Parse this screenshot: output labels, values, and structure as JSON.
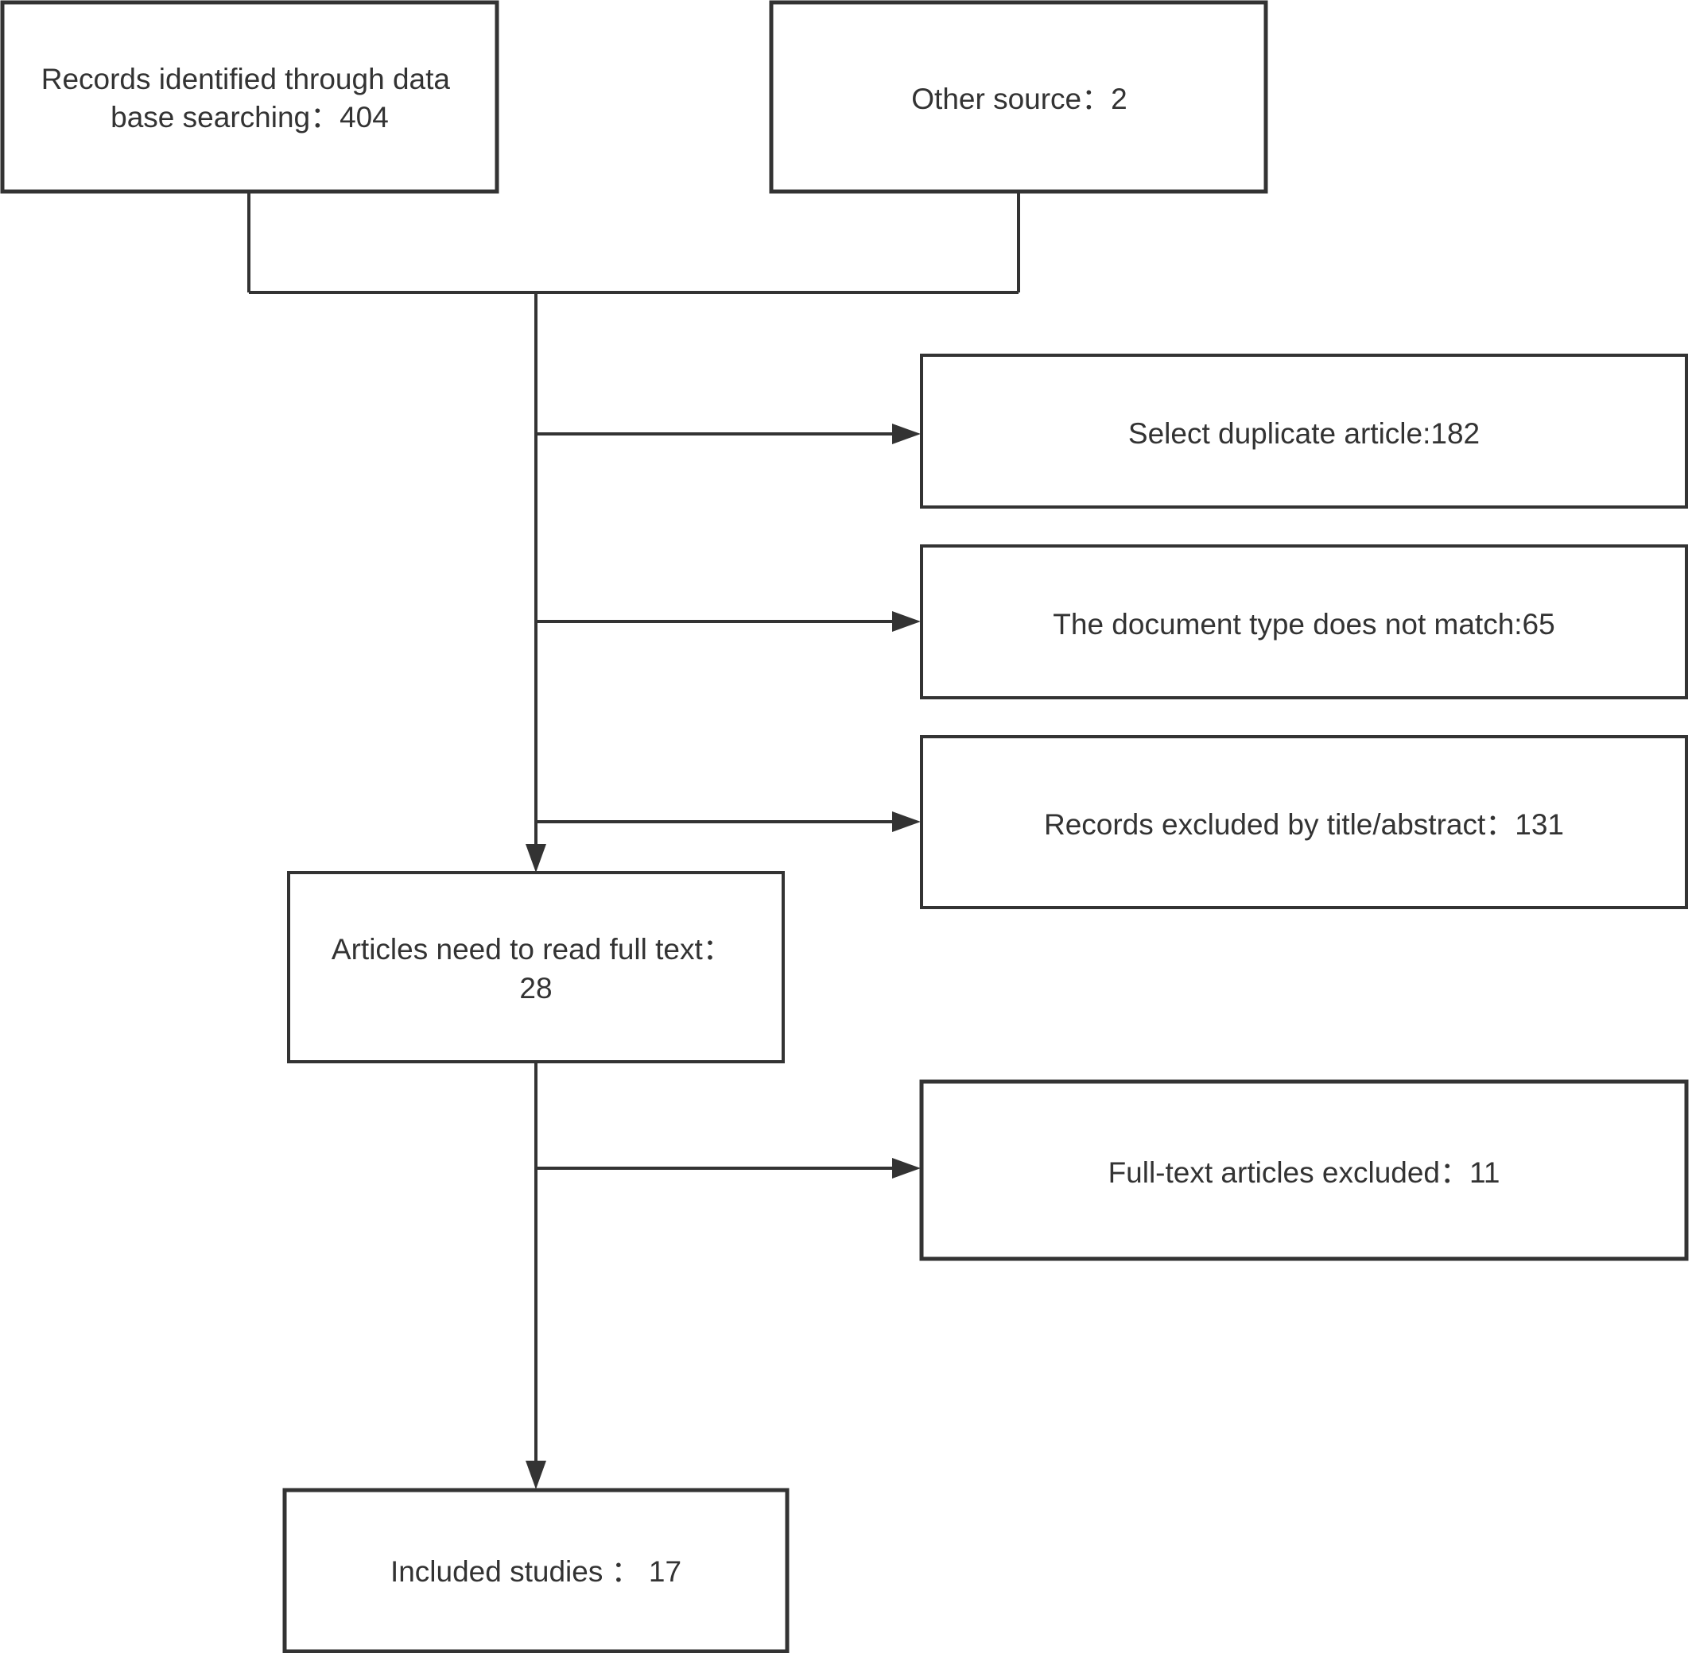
{
  "diagram": {
    "nodes": {
      "db_search": {
        "lines": [
          "Records identified through data",
          "base searching：404"
        ]
      },
      "other_source": {
        "lines": [
          "Other source：2"
        ]
      },
      "duplicates": {
        "lines": [
          "Select duplicate article:182"
        ]
      },
      "doc_type": {
        "lines": [
          "The document type does not match:65"
        ]
      },
      "title_abstract": {
        "lines": [
          "Records excluded by title/abstract：131"
        ]
      },
      "full_text": {
        "lines": [
          "Articles need to read full text：",
          "28"
        ]
      },
      "fulltext_excluded": {
        "lines": [
          "Full-text articles excluded：11"
        ]
      },
      "included": {
        "lines": [
          "Included studies ： 17"
        ]
      }
    }
  }
}
